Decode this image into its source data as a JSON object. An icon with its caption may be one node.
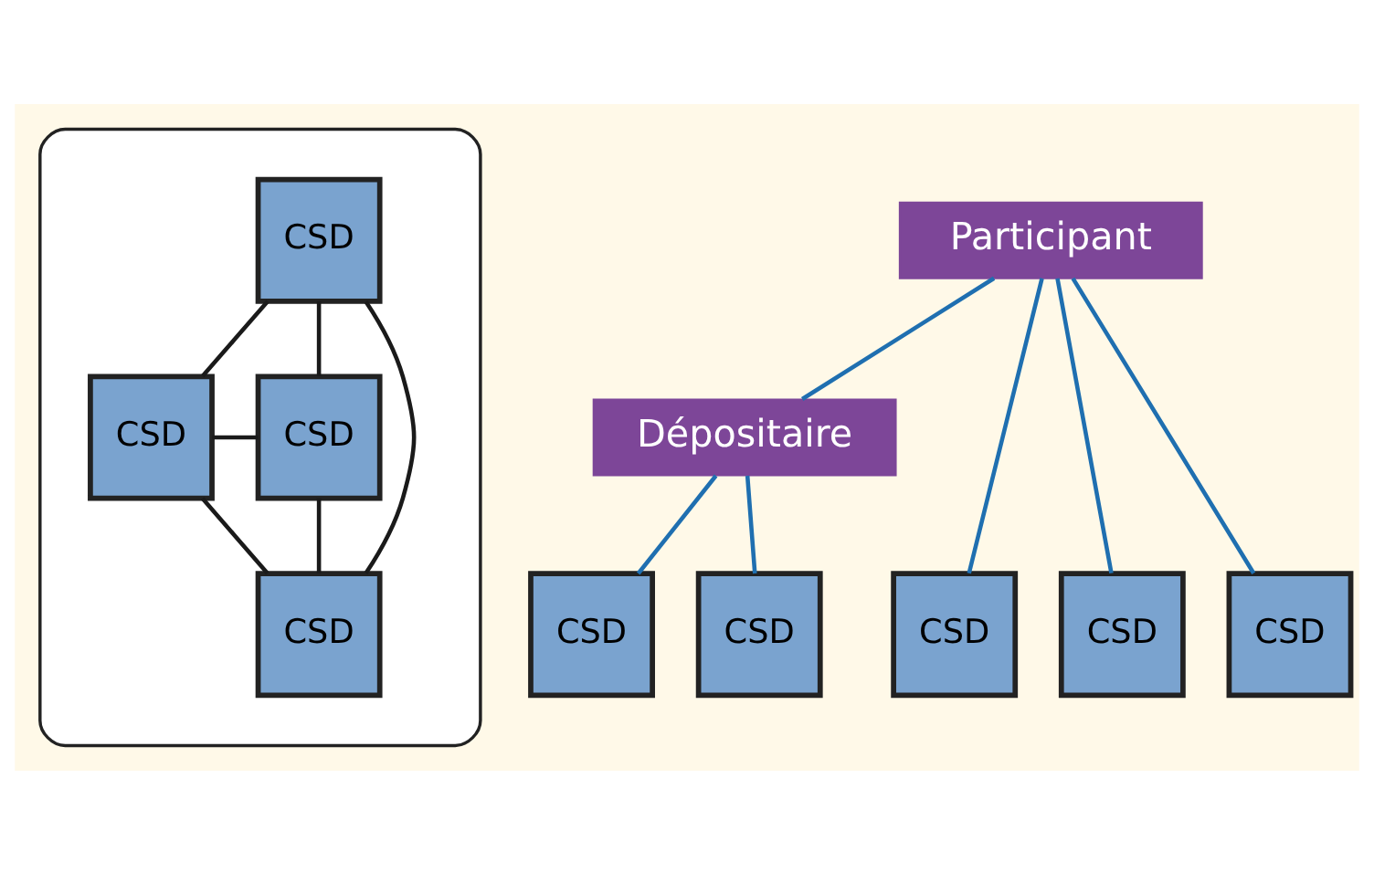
{
  "diagram": {
    "nodes": [
      {
        "text": [],
        "shape": "bubble"
      },
      {
        "text": [
          "CSD"
        ],
        "in": 0
      },
      {
        "text": [
          "CSD"
        ],
        "in": 0
      },
      {
        "text": [
          "CSD"
        ],
        "in": 0
      },
      {
        "text": [
          "CSD"
        ],
        "in": 0
      },
      {
        "text": [
          "Participant"
        ]
      },
      {
        "text": [
          "Dépositaire"
        ]
      },
      {
        "text": [
          "CSD"
        ]
      },
      {
        "text": [
          "CSD"
        ]
      },
      {
        "text": [
          "CSD"
        ]
      },
      {
        "text": [
          "CSD"
        ]
      },
      {
        "text": [
          "CSD"
        ]
      }
    ],
    "edges": [
      {
        "from": 1,
        "to": 2,
        "arrow": "none",
        "color": "#1a1a1a"
      },
      {
        "from": 1,
        "to": 3,
        "arrow": "none",
        "color": "#1a1a1a"
      },
      {
        "from": 2,
        "to": 4,
        "arrow": "none",
        "color": "#1a1a1a"
      },
      {
        "from": 3,
        "to": 4,
        "arrow": "none",
        "color": "#1a1a1a"
      },
      {
        "from": 1,
        "to": 4,
        "arrow": "none",
        "color": "#1a1a1a"
      },
      {
        "from": 2,
        "to": 3,
        "arrow": "none",
        "color": "#1a1a1a"
      },
      {
        "from": 5,
        "to": 7,
        "arrow": "none",
        "color": "#1f6fb0"
      },
      {
        "from": 5,
        "to": 8,
        "arrow": "none",
        "color": "#1f6fb0"
      },
      {
        "from": 5,
        "to": 9,
        "arrow": "none",
        "color": "#1f6fb0"
      },
      {
        "from": 5,
        "to": 6,
        "arrow": "none",
        "color": "#1f6fb0"
      },
      {
        "from": 6,
        "to": 10,
        "arrow": "none",
        "color": "#1f6fb0"
      },
      {
        "from": 6,
        "to": 11,
        "arrow": "none",
        "color": "#1f6fb0"
      }
    ]
  }
}
